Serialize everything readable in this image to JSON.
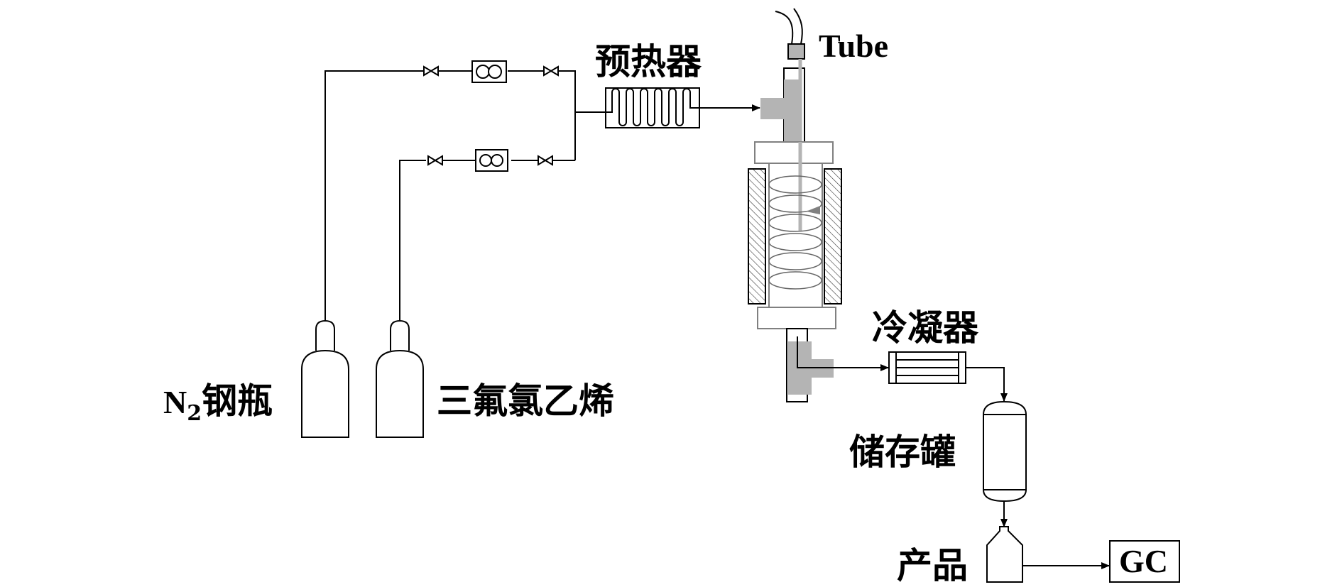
{
  "diagram": {
    "type": "process-flow",
    "labels": {
      "n2_cylinder": "钢瓶",
      "n2_prefix": "N",
      "n2_subscript": "2",
      "tfce_cylinder": "三氟氯乙烯",
      "preheater": "预热器",
      "tube": "Tube",
      "condenser": "冷凝器",
      "storage_tank": "储存罐",
      "product": "产品",
      "gc": "GC"
    },
    "colors": {
      "line": "#000000",
      "reactor_outline": "#808080",
      "fitting_fill": "#b4b4b4",
      "background": "#ffffff"
    },
    "flow": [
      "N2 cylinder → valve → mass flow meter → valve → mixer",
      "TFCE cylinder → valve → mass flow meter → valve → mixer",
      "mixer → preheater → reactor",
      "reactor → condenser → storage tank → product → GC"
    ]
  }
}
